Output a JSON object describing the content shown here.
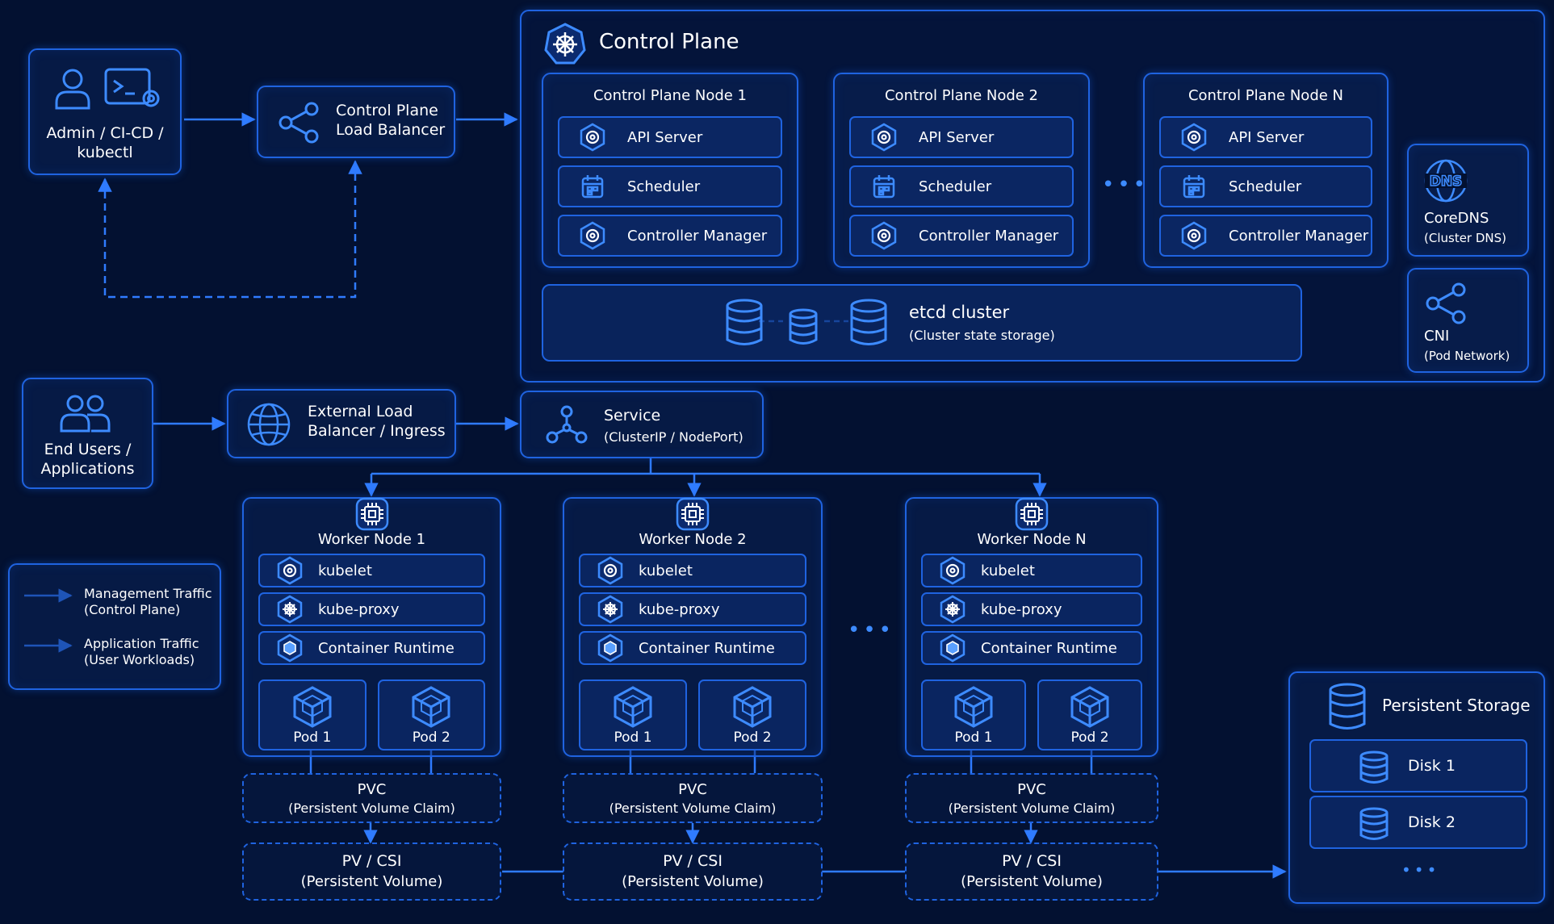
{
  "colors": {
    "background": "#031131",
    "accent": "#1f63e0",
    "icon": "#3d8bff",
    "text": "#ffffff"
  },
  "admin": {
    "label_line1": "Admin / CI-CD /",
    "label_line2": "kubectl",
    "icons": [
      "user-icon",
      "terminal-gear-icon"
    ]
  },
  "cp_lb": {
    "label_line1": "Control Plane",
    "label_line2": "Load Balancer",
    "icon": "share-icon"
  },
  "control_plane": {
    "title": "Control Plane",
    "icon": "kubernetes-helm-icon",
    "nodes": [
      {
        "title": "Control Plane Node 1",
        "components": [
          "API Server",
          "Scheduler",
          "Controller Manager"
        ]
      },
      {
        "title": "Control Plane Node 2",
        "components": [
          "API Server",
          "Scheduler",
          "Controller Manager"
        ]
      },
      {
        "title": "Control Plane Node N",
        "components": [
          "API Server",
          "Scheduler",
          "Controller Manager"
        ]
      }
    ],
    "ellipsis": "•••",
    "etcd": {
      "title": "etcd cluster",
      "subtitle": "(Cluster state storage)",
      "icon": "database-icon"
    }
  },
  "coredns": {
    "title": "CoreDNS",
    "subtitle": "(Cluster DNS)",
    "icon_text": "DNS"
  },
  "cni": {
    "title": "CNI",
    "subtitle": "(Pod Network)",
    "icon": "share-icon"
  },
  "end_users": {
    "label_line1": "End Users /",
    "label_line2": "Applications",
    "icon": "users-icon"
  },
  "ext_lb": {
    "label_line1": "External Load",
    "label_line2": "Balancer / Ingress",
    "icon": "globe-icon"
  },
  "service": {
    "title": "Service",
    "subtitle": "(ClusterIP / NodePort)",
    "icon": "network-icon"
  },
  "legend": {
    "items": [
      {
        "line1": "Management Traffic",
        "line2": "(Control Plane)"
      },
      {
        "line1": "Application Traffic",
        "line2": "(User Workloads)"
      }
    ]
  },
  "workers": [
    {
      "title": "Worker Node 1",
      "components": [
        "kubelet",
        "kube-proxy",
        "Container Runtime"
      ],
      "pods": [
        "Pod 1",
        "Pod 2"
      ]
    },
    {
      "title": "Worker Node 2",
      "components": [
        "kubelet",
        "kube-proxy",
        "Container Runtime"
      ],
      "pods": [
        "Pod 1",
        "Pod 2"
      ]
    },
    {
      "title": "Worker Node N",
      "components": [
        "kubelet",
        "kube-proxy",
        "Container Runtime"
      ],
      "pods": [
        "Pod 1",
        "Pod 2"
      ]
    }
  ],
  "workers_ellipsis": "•••",
  "pvc": {
    "title": "PVC",
    "subtitle": "(Persistent Volume Claim)"
  },
  "pv": {
    "title": "PV / CSI",
    "subtitle": "(Persistent Volume)"
  },
  "storage": {
    "title": "Persistent Storage",
    "disks": [
      "Disk 1",
      "Disk 2"
    ],
    "ellipsis": "•••"
  }
}
